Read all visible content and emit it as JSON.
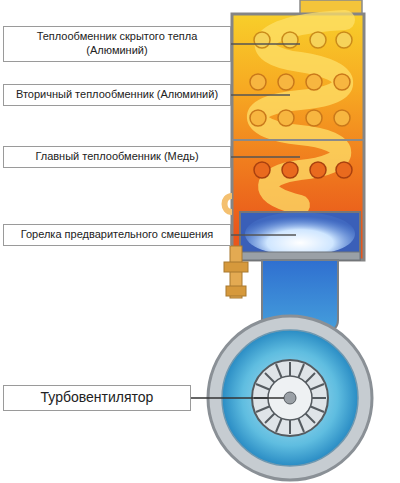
{
  "diagram": {
    "nodes": [
      {
        "text": [
          "Теплообменник скрытого тепла (Алюминий)"
        ]
      },
      {
        "text": [
          "Вторичный теплообменник (Алюминий)"
        ]
      },
      {
        "text": [
          "Главный теплообменник (Медь)"
        ]
      },
      {
        "text": [
          "Горелка предварительного смешения"
        ]
      },
      {
        "text": [
          "Турбовентилятор"
        ]
      }
    ]
  }
}
